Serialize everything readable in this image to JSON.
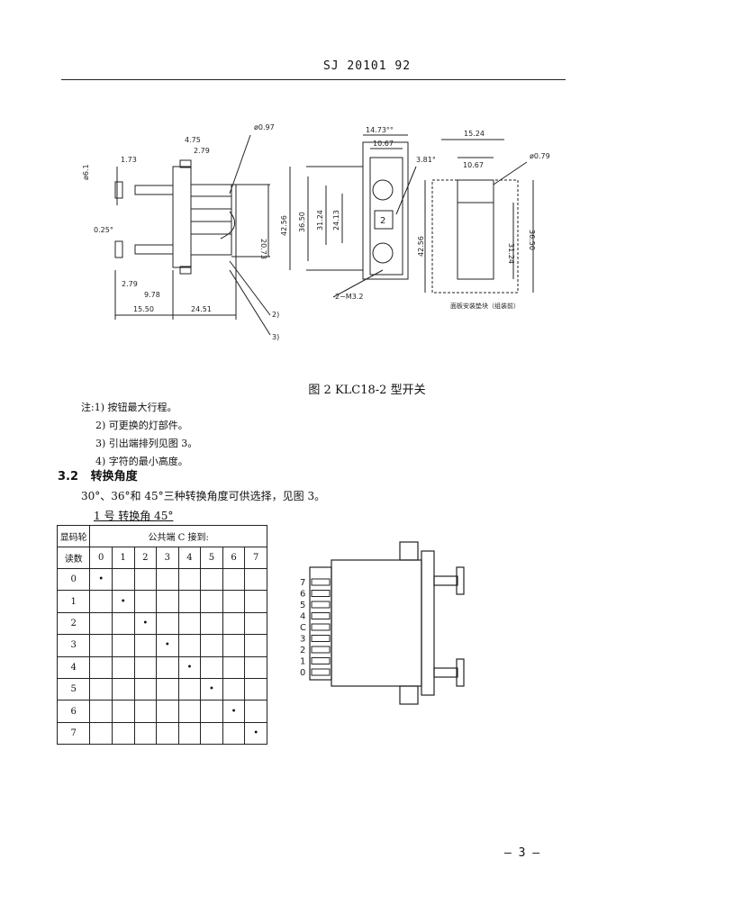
{
  "header": {
    "doc_number": "SJ 20101   92"
  },
  "figure": {
    "caption": "图 2   KLC18-2 型开关",
    "dims": {
      "phi_left": "ø6.1",
      "d_1_73": "1.73",
      "d_4_75": "4.75",
      "d_2_79_top": "2.79",
      "d_phi_0_97": "ø0.97",
      "d_0_25": "0.25°",
      "d_2_79_bot": "2.79",
      "d_9_78": "9.78",
      "d_15_50": "15.50",
      "d_24_51": "24.51",
      "d_20_73": "20.73",
      "note_2": "2)",
      "note_3": "3)",
      "d_14_73": "14.73°°",
      "d_10_67_mid": "10.67",
      "d_3_81": "3.81°",
      "d_42_56_mid": "42.56",
      "d_36_50_mid": "36.50",
      "d_31_24_mid": "31.24",
      "d_24_13": "24.13",
      "window_digit": "2",
      "screw": "2−M3.2",
      "d_15_24": "15.24",
      "d_10_67_right": "10.67",
      "d_phi_0_79": "ø0.79",
      "d_42_56_right": "42.56",
      "d_31_24_right": "31.24",
      "d_36_50_right": "36.50",
      "panel_label": "面板安装垫块（组装前）"
    }
  },
  "notes": [
    "注:1) 按钮最大行程。",
    "2) 可更换的灯部件。",
    "3) 引出端排列见图 3。",
    "4) 字符的最小高度。"
  ],
  "section": {
    "number": "3.2",
    "title": "转换角度"
  },
  "body_text": "30°、36°和 45°三种转换角度可供选择，见图 3。",
  "subheading": "1 号   转换角 45°",
  "code_table": {
    "corner_top": "显码轮",
    "corner_bottom": "读数",
    "group_header": "公共端 C 接到:",
    "columns": [
      "0",
      "1",
      "2",
      "3",
      "4",
      "5",
      "6",
      "7"
    ],
    "rows": [
      "0",
      "1",
      "2",
      "3",
      "4",
      "5",
      "6",
      "7"
    ],
    "marks": [
      [
        0,
        0
      ],
      [
        1,
        1
      ],
      [
        2,
        2
      ],
      [
        3,
        3
      ],
      [
        4,
        4
      ],
      [
        5,
        5
      ],
      [
        6,
        6
      ],
      [
        7,
        7
      ]
    ]
  },
  "terminal_labels": [
    "7",
    "6",
    "5",
    "4",
    "C",
    "3",
    "2",
    "1",
    "0"
  ],
  "page_number": "— 3 —"
}
